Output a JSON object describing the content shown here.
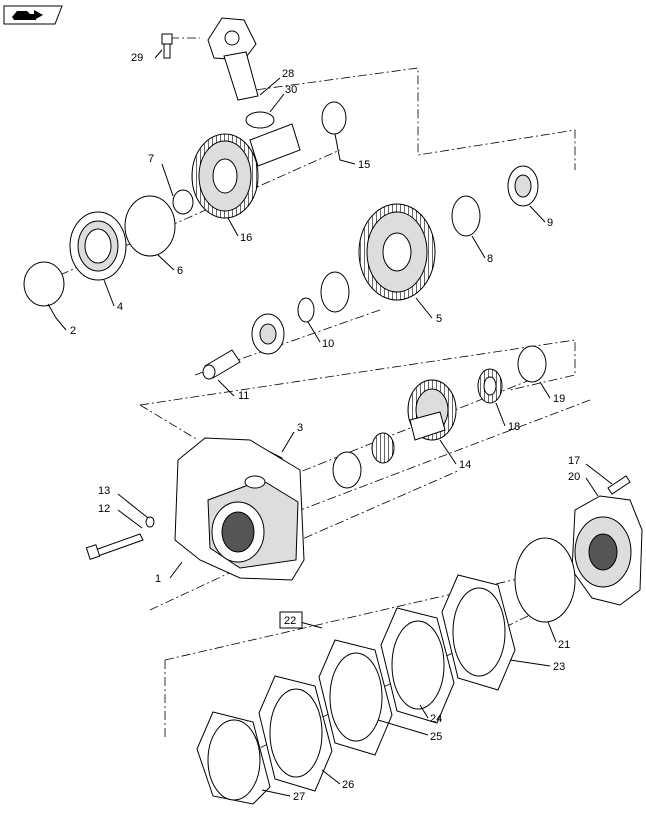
{
  "nav_icon": "book-arrow-icon",
  "callouts": {
    "c1": "1",
    "c2": "2",
    "c3": "3",
    "c4": "4",
    "c5": "5",
    "c6": "6",
    "c7": "7",
    "c8": "8",
    "c9": "9",
    "c10": "10",
    "c11": "11",
    "c12": "12",
    "c13": "13",
    "c14": "14",
    "c15": "15",
    "c16": "16",
    "c17": "17",
    "c18": "18",
    "c19": "19",
    "c20": "20",
    "c21": "21",
    "c22": "22",
    "c23": "23",
    "c24": "24",
    "c25": "25",
    "c26": "26",
    "c27": "27",
    "c28": "28",
    "c29": "29",
    "c30": "30"
  }
}
